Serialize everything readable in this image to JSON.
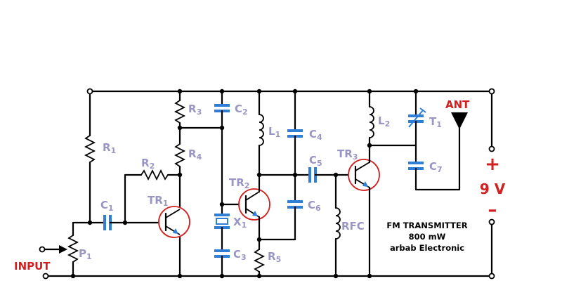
{
  "labels": {
    "R1": {
      "name": "R",
      "sub": "1"
    },
    "R2": {
      "name": "R",
      "sub": "2"
    },
    "R3": {
      "name": "R",
      "sub": "3"
    },
    "R4": {
      "name": "R",
      "sub": "4"
    },
    "R5": {
      "name": "R",
      "sub": "5"
    },
    "C1": {
      "name": "C",
      "sub": "1"
    },
    "C2": {
      "name": "C",
      "sub": "2"
    },
    "C3": {
      "name": "C",
      "sub": "3"
    },
    "C4": {
      "name": "C",
      "sub": "4"
    },
    "C5": {
      "name": "C",
      "sub": "5"
    },
    "C6": {
      "name": "C",
      "sub": "6"
    },
    "C7": {
      "name": "C",
      "sub": "7"
    },
    "L1": {
      "name": "L",
      "sub": "1"
    },
    "L2": {
      "name": "L",
      "sub": "2"
    },
    "TR1": {
      "name": "TR",
      "sub": "1"
    },
    "TR2": {
      "name": "TR",
      "sub": "2"
    },
    "TR3": {
      "name": "TR",
      "sub": "3"
    },
    "X1": {
      "name": "X",
      "sub": "1"
    },
    "T1": {
      "name": "T",
      "sub": "1"
    },
    "P1": {
      "name": "P",
      "sub": "1"
    },
    "RFC": "RFC"
  },
  "input_label": "INPUT",
  "antenna_label": "ANT",
  "supply": {
    "plus": "+",
    "voltage": "9 V",
    "minus": "–"
  },
  "title": {
    "line1": "FM TRANSMITTER",
    "line2": "800 mW",
    "line3": "arbab Electronic"
  },
  "colors": {
    "capacitor": "#2f7fd6",
    "transistor_circle": "#d21f1f",
    "component_label": "#9a96c4",
    "highlight": "#d21f1f"
  }
}
